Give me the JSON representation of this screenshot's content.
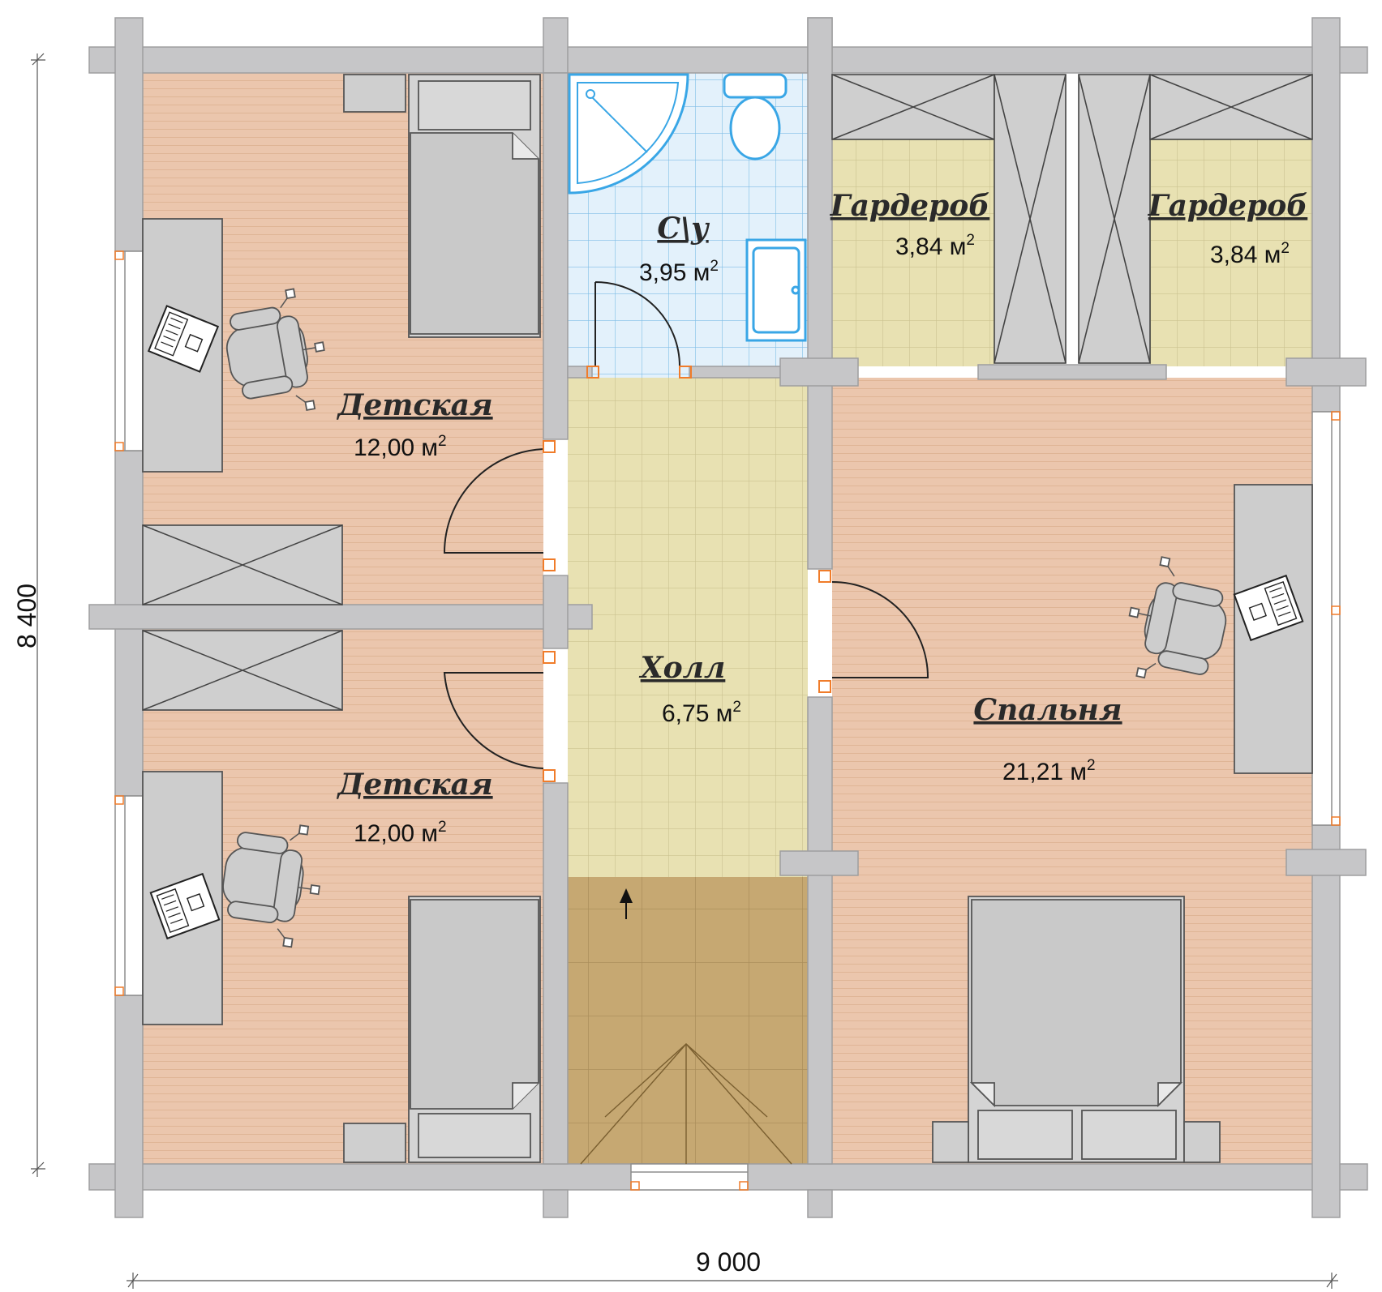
{
  "colors": {
    "wall": "#c6c6c8",
    "wall_stroke": "#9a9a9c",
    "wood_floor": "#ebc6ad",
    "tile_floor": "#e8e1b2",
    "bath_tile": "#e3f1fb",
    "bath_grid": "#7ebde6",
    "fixture_blue": "#39a6e6",
    "stairs": "#c6a872",
    "furniture": "#d2d2d2",
    "opening_marker": "#f07c2a"
  },
  "rooms": {
    "child1": {
      "name": "Детская",
      "area": "12,00 м",
      "unit_power": "2"
    },
    "child2": {
      "name": "Детская",
      "area": "12,00 м",
      "unit_power": "2"
    },
    "bath": {
      "name": "С\\у",
      "area": "3,95 м",
      "unit_power": "2"
    },
    "wardrobe1": {
      "name": "Гардероб",
      "area": "3,84 м",
      "unit_power": "2"
    },
    "wardrobe2": {
      "name": "Гардероб",
      "area": "3,84 м",
      "unit_power": "2"
    },
    "hall": {
      "name": "Холл",
      "area": "6,75 м",
      "unit_power": "2"
    },
    "bedroom": {
      "name": "Спальня",
      "area": "21,21 м",
      "unit_power": "2"
    }
  },
  "dimensions": {
    "width": "9 000",
    "height": "8 400"
  },
  "icons": {
    "laptop": "laptop-icon",
    "chair": "office-chair-icon",
    "toilet": "toilet-icon",
    "sink": "sink-icon",
    "shower": "corner-shower-icon",
    "stair_arrow": "stair-arrow-icon"
  }
}
